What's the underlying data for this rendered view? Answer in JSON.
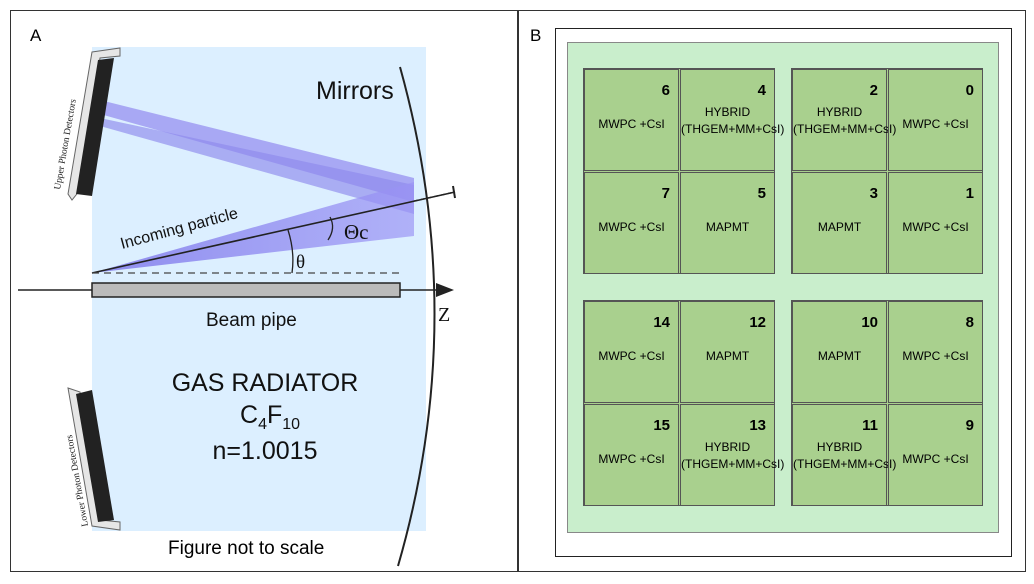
{
  "panel_a": {
    "letter": "A",
    "labels": {
      "mirrors": "Mirrors",
      "upper_detectors": "Upper Photon Detectors",
      "lower_detectors": "Lower Photon Detectors",
      "incoming_particle": "Incoming particle",
      "theta_c": "Θc",
      "theta": "θ",
      "beam_pipe": "Beam pipe",
      "z_axis": "Z",
      "radiator_line1": "GAS RADIATOR",
      "radiator_line2": "C4F10",
      "radiator_line3": "n=1.0015"
    },
    "caption": "Figure not to scale",
    "colors": {
      "radiator": "#dcefff",
      "cone": "#8b84ee",
      "detector": "#222222"
    }
  },
  "panel_b": {
    "letter": "B",
    "colors": {
      "outer": "#c9eecc",
      "cell": "#a9d08e"
    },
    "cells": [
      {
        "number": "6",
        "type": "MWPC +CsI"
      },
      {
        "number": "4",
        "type": "HYBRID\n(THGEM+MM+CsI)"
      },
      {
        "number": "2",
        "type": "HYBRID\n(THGEM+MM+CsI)"
      },
      {
        "number": "0",
        "type": "MWPC +CsI"
      },
      {
        "number": "7",
        "type": "MWPC +CsI"
      },
      {
        "number": "5",
        "type": "MAPMT"
      },
      {
        "number": "3",
        "type": "MAPMT"
      },
      {
        "number": "1",
        "type": "MWPC +CsI"
      },
      {
        "number": "14",
        "type": "MWPC +CsI"
      },
      {
        "number": "12",
        "type": "MAPMT"
      },
      {
        "number": "10",
        "type": "MAPMT"
      },
      {
        "number": "8",
        "type": "MWPC +CsI"
      },
      {
        "number": "15",
        "type": "MWPC +CsI"
      },
      {
        "number": "13",
        "type": "HYBRID\n(THGEM+MM+CsI)"
      },
      {
        "number": "11",
        "type": "HYBRID\n(THGEM+MM+CsI)"
      },
      {
        "number": "9",
        "type": "MWPC +CsI"
      }
    ]
  }
}
